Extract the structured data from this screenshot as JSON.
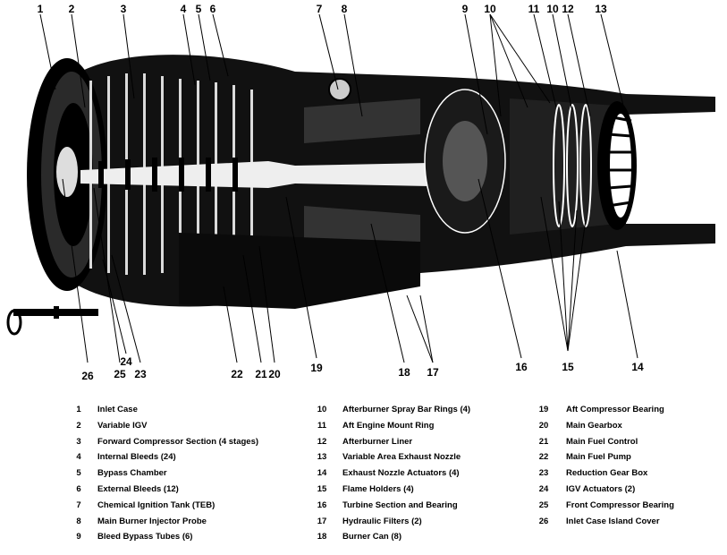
{
  "callouts_top": [
    "1",
    "2",
    "3",
    "4",
    "5",
    "6",
    "7",
    "8",
    "9",
    "10",
    "11",
    "10",
    "12",
    "13"
  ],
  "callouts_bottom": [
    "26",
    "25",
    "24",
    "23",
    "22",
    "21",
    "20",
    "19",
    "18",
    "17",
    "16",
    "15",
    "14"
  ],
  "legend": {
    "col1": [
      {
        "num": "1",
        "text": "Inlet Case"
      },
      {
        "num": "2",
        "text": "Variable IGV"
      },
      {
        "num": "3",
        "text": "Forward Compressor Section (4 stages)"
      },
      {
        "num": "4",
        "text": "Internal Bleeds (24)"
      },
      {
        "num": "5",
        "text": "Bypass Chamber"
      },
      {
        "num": "6",
        "text": "External Bleeds (12)"
      },
      {
        "num": "7",
        "text": "Chemical Ignition Tank (TEB)"
      },
      {
        "num": "8",
        "text": "Main Burner Injector Probe"
      },
      {
        "num": "9",
        "text": "Bleed Bypass Tubes (6)"
      }
    ],
    "col2": [
      {
        "num": "10",
        "text": "Afterburner Spray Bar Rings (4)"
      },
      {
        "num": "11",
        "text": "Aft Engine Mount Ring"
      },
      {
        "num": "12",
        "text": "Afterburner Liner"
      },
      {
        "num": "13",
        "text": "Variable Area Exhaust Nozzle"
      },
      {
        "num": "14",
        "text": "Exhaust Nozzle Actuators (4)"
      },
      {
        "num": "15",
        "text": "Flame Holders (4)"
      },
      {
        "num": "16",
        "text": "Turbine Section and Bearing"
      },
      {
        "num": "17",
        "text": "Hydraulic Filters (2)"
      },
      {
        "num": "18",
        "text": "Burner Can (8)"
      }
    ],
    "col3": [
      {
        "num": "19",
        "text": "Aft Compressor Bearing"
      },
      {
        "num": "20",
        "text": "Main Gearbox"
      },
      {
        "num": "21",
        "text": "Main Fuel Control"
      },
      {
        "num": "22",
        "text": "Main Fuel Pump"
      },
      {
        "num": "23",
        "text": "Reduction Gear Box"
      },
      {
        "num": "24",
        "text": "IGV Actuators (2)"
      },
      {
        "num": "25",
        "text": "Front Compressor Bearing"
      },
      {
        "num": "26",
        "text": "Inlet Case Island Cover"
      }
    ]
  },
  "colors": {
    "ink": "#000000",
    "paper": "#ffffff",
    "mid": "#3a3a3a"
  }
}
